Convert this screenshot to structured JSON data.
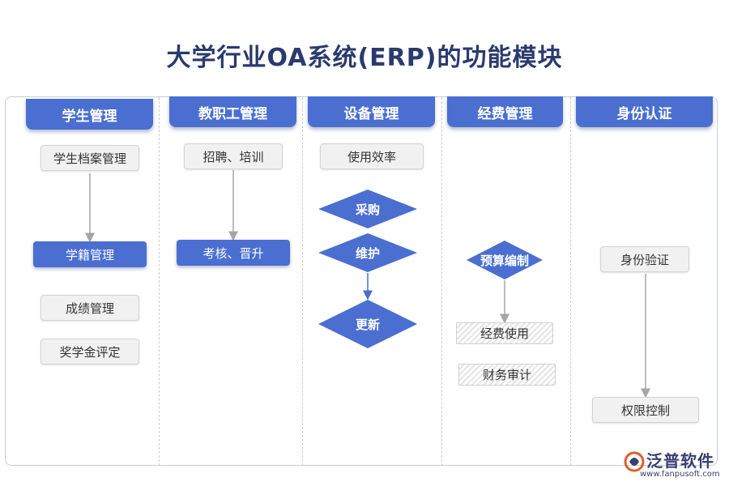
{
  "title": "大学行业OA系统(ERP)的功能模块",
  "columns": [
    {
      "header": "学生管理",
      "items": [
        "学生档案管理",
        "学籍管理",
        "成绩管理",
        "奖学金评定"
      ]
    },
    {
      "header": "教职工管理",
      "items": [
        "招聘、培训",
        "考核、晋升"
      ]
    },
    {
      "header": "设备管理",
      "items": [
        "使用效率",
        "采购",
        "维护",
        "更新"
      ]
    },
    {
      "header": "经费管理",
      "items": [
        "预算编制",
        "经费使用",
        "财务审计"
      ]
    },
    {
      "header": "身份认证",
      "items": [
        "身份验证",
        "权限控制"
      ]
    }
  ],
  "brand": {
    "name": "泛普软件",
    "url": "www.fanpusoft.com"
  },
  "colors": {
    "accent": "#4a6fd1",
    "title": "#2b3a6e",
    "connector": "#a6a6a6"
  }
}
